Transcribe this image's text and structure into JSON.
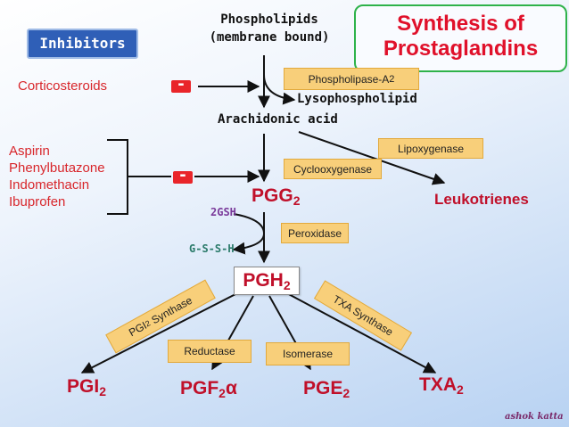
{
  "title": {
    "line1": "Synthesis of",
    "line2": "Prostaglandins"
  },
  "inhibitors_label": "Inhibitors",
  "inhibitors": {
    "corticosteroids": "Corticosteroids",
    "nsaids": [
      "Aspirin",
      "Phenylbutazone",
      "Indomethacin",
      "Ibuprofen"
    ],
    "minus_symbol": "-"
  },
  "pathway": {
    "phospholipids_line1": "Phospholipids",
    "phospholipids_line2": "(membrane bound)",
    "lysophospholipid": "Lysophospholipid",
    "arachidonic_acid": "Arachidonic acid",
    "leukotrienes": "Leukotrienes",
    "pgg": {
      "base": "PGG",
      "sub": "2"
    },
    "pgh": {
      "base": "PGH",
      "sub": "2"
    },
    "cofactor_in": "2GSH",
    "cofactor_out": "G-S-S-H"
  },
  "enzymes": {
    "phospholipase": {
      "base": "Phospholipase-A",
      "sub": "2"
    },
    "lipoxygenase": "Lipoxygenase",
    "cyclooxygenase": "Cyclooxygenase",
    "peroxidase": "Peroxidase",
    "reductase": "Reductase",
    "isomerase": "Isomerase",
    "pgi_synthase": {
      "pre": "PGI",
      "sub": "2",
      "post": " Synthase"
    },
    "txa_synthase": "TXA Synthase"
  },
  "products": {
    "pgi": {
      "base": "PGI",
      "sub": "2"
    },
    "pgf": {
      "base": "PGF",
      "sub": "2",
      "suffix": "α"
    },
    "pge": {
      "base": "PGE",
      "sub": "2"
    },
    "txa": {
      "base": "TXA",
      "sub": "2"
    }
  },
  "signature": "ashok katta",
  "colors": {
    "product_red": "#c0102a",
    "drug_red": "#d8262b",
    "enzyme_fill": "#f8cf7a",
    "cofactor_purple": "#7a3a9a",
    "title_red": "#e0102a"
  }
}
